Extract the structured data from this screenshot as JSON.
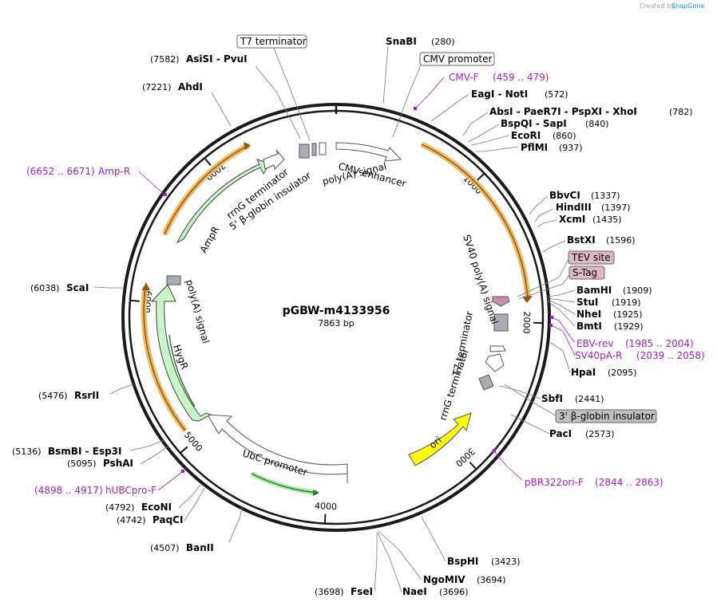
{
  "credit": {
    "prefix": "Created by",
    "brand": "SnapGene"
  },
  "plasmid": {
    "name": "pGBW-m4133956",
    "size_label": "7863 bp",
    "length": 7863
  },
  "ticks": [
    {
      "bp": 1000,
      "label": "1000"
    },
    {
      "bp": 2000,
      "label": "2000"
    },
    {
      "bp": 3000,
      "label": "3000"
    },
    {
      "bp": 4000,
      "label": "4000"
    },
    {
      "bp": 5000,
      "label": "5000"
    },
    {
      "bp": 6000,
      "label": "6000"
    },
    {
      "bp": 7000,
      "label": "7000"
    }
  ],
  "sites": [
    {
      "name": "SnaBI",
      "pos": "(280)",
      "bp": 280
    },
    {
      "name": "EagI  -  NotI",
      "pos": "(572)",
      "bp": 572
    },
    {
      "name": "AbsI  -  PaeR7I  -  PspXI  -  XhoI",
      "pos": "(782)",
      "bp": 782
    },
    {
      "name": "BspQI  -  SapI",
      "pos": "(840)",
      "bp": 840
    },
    {
      "name": "EcoRI",
      "pos": "(860)",
      "bp": 860
    },
    {
      "name": "PflMI",
      "pos": "(937)",
      "bp": 937
    },
    {
      "name": "BbvCI",
      "pos": "(1337)",
      "bp": 1337
    },
    {
      "name": "HindIII",
      "pos": "(1397)",
      "bp": 1397
    },
    {
      "name": "XcmI",
      "pos": "(1435)",
      "bp": 1435
    },
    {
      "name": "BstXI",
      "pos": "(1596)",
      "bp": 1596
    },
    {
      "name": "BamHI",
      "pos": "(1909)",
      "bp": 1909
    },
    {
      "name": "StuI",
      "pos": "(1919)",
      "bp": 1919
    },
    {
      "name": "NheI",
      "pos": "(1925)",
      "bp": 1925
    },
    {
      "name": "BmtI",
      "pos": "(1929)",
      "bp": 1929
    },
    {
      "name": "HpaI",
      "pos": "(2095)",
      "bp": 2095
    },
    {
      "name": "SbfI",
      "pos": "(2441)",
      "bp": 2441
    },
    {
      "name": "PacI",
      "pos": "(2573)",
      "bp": 2573
    },
    {
      "name": "BspHI",
      "pos": "(3423)",
      "bp": 3423
    },
    {
      "name": "NgoMIV",
      "pos": "(3694)",
      "bp": 3694
    },
    {
      "name": "NaeI",
      "pos": "(3696)",
      "bp": 3696
    },
    {
      "name": "FseI",
      "pos": "(3698)",
      "bp": 3698
    },
    {
      "name": "BanII",
      "pos": "(4507)",
      "bp": 4507
    },
    {
      "name": "PaqCI",
      "pos": "(4742)",
      "bp": 4742
    },
    {
      "name": "EcoNI",
      "pos": "(4792)",
      "bp": 4792
    },
    {
      "name": "PshAI",
      "pos": "(5095)",
      "bp": 5095
    },
    {
      "name": "BsmBI  -  Esp3I",
      "pos": "(5136)",
      "bp": 5136
    },
    {
      "name": "RsrII",
      "pos": "(5476)",
      "bp": 5476
    },
    {
      "name": "ScaI",
      "pos": "(6038)",
      "bp": 6038
    },
    {
      "name": "AhdI",
      "pos": "(7221)",
      "bp": 7221
    },
    {
      "name": "AsiSI  -  PvuI",
      "pos": "(7582)",
      "bp": 7582
    }
  ],
  "primers": [
    {
      "name": "CMV-F",
      "range": "(459 .. 479)",
      "bp": 469
    },
    {
      "name": "EBV-rev",
      "range": "(1985 .. 2004)",
      "bp": 1995
    },
    {
      "name": "SV40pA-R",
      "range": "(2039 .. 2058)",
      "bp": 2048
    },
    {
      "name": "pBR322ori-F",
      "range": "(2844 .. 2863)",
      "bp": 2853
    },
    {
      "name": "hUBCpro-F",
      "range": "(4898 .. 4917)",
      "bp": 4907
    },
    {
      "name": "Amp-R",
      "range": "(6652 .. 6671)",
      "bp": 6661
    }
  ],
  "boxed_features": [
    {
      "name": "T7 terminator",
      "bp": 7800
    },
    {
      "name": "CMV promoter",
      "bp": 300
    },
    {
      "name": "TEV site",
      "bp": 1880
    },
    {
      "name": "S-Tag",
      "bp": 1895
    },
    {
      "name": "3' β-globin insulator",
      "bp": 2470
    }
  ],
  "features": [
    {
      "name": "CMV enhancer",
      "type": "enhancer"
    },
    {
      "name": "poly(A) signal",
      "type": "polyA"
    },
    {
      "name": "SV40 poly(A) signal",
      "type": "polyA"
    },
    {
      "name": "T7 terminator",
      "type": "terminator"
    },
    {
      "name": "rrnG terminator",
      "type": "terminator"
    },
    {
      "name": "ori",
      "type": "origin"
    },
    {
      "name": "UbC promoter",
      "type": "promoter"
    },
    {
      "name": "HygR",
      "type": "marker"
    },
    {
      "name": "poly(A) signal",
      "type": "polyA"
    },
    {
      "name": "AmpR",
      "type": "marker"
    },
    {
      "name": "rrnG terminator",
      "type": "terminator"
    },
    {
      "name": "5' β-globin insulator",
      "type": "insulator"
    }
  ],
  "colors": {
    "backbone": "#1a1a1a",
    "primer": "#a020c8",
    "orf_outer": "#f0b860",
    "orf_inner": "#8a5a10",
    "marker_fill": "#c8f5c8",
    "marker_inner": "#2f7a2f",
    "ori": "#ffff00",
    "tev_box": "#e0b8c4",
    "insulator_box": "#c0c0c0",
    "gray_feature": "#a8acb4"
  }
}
